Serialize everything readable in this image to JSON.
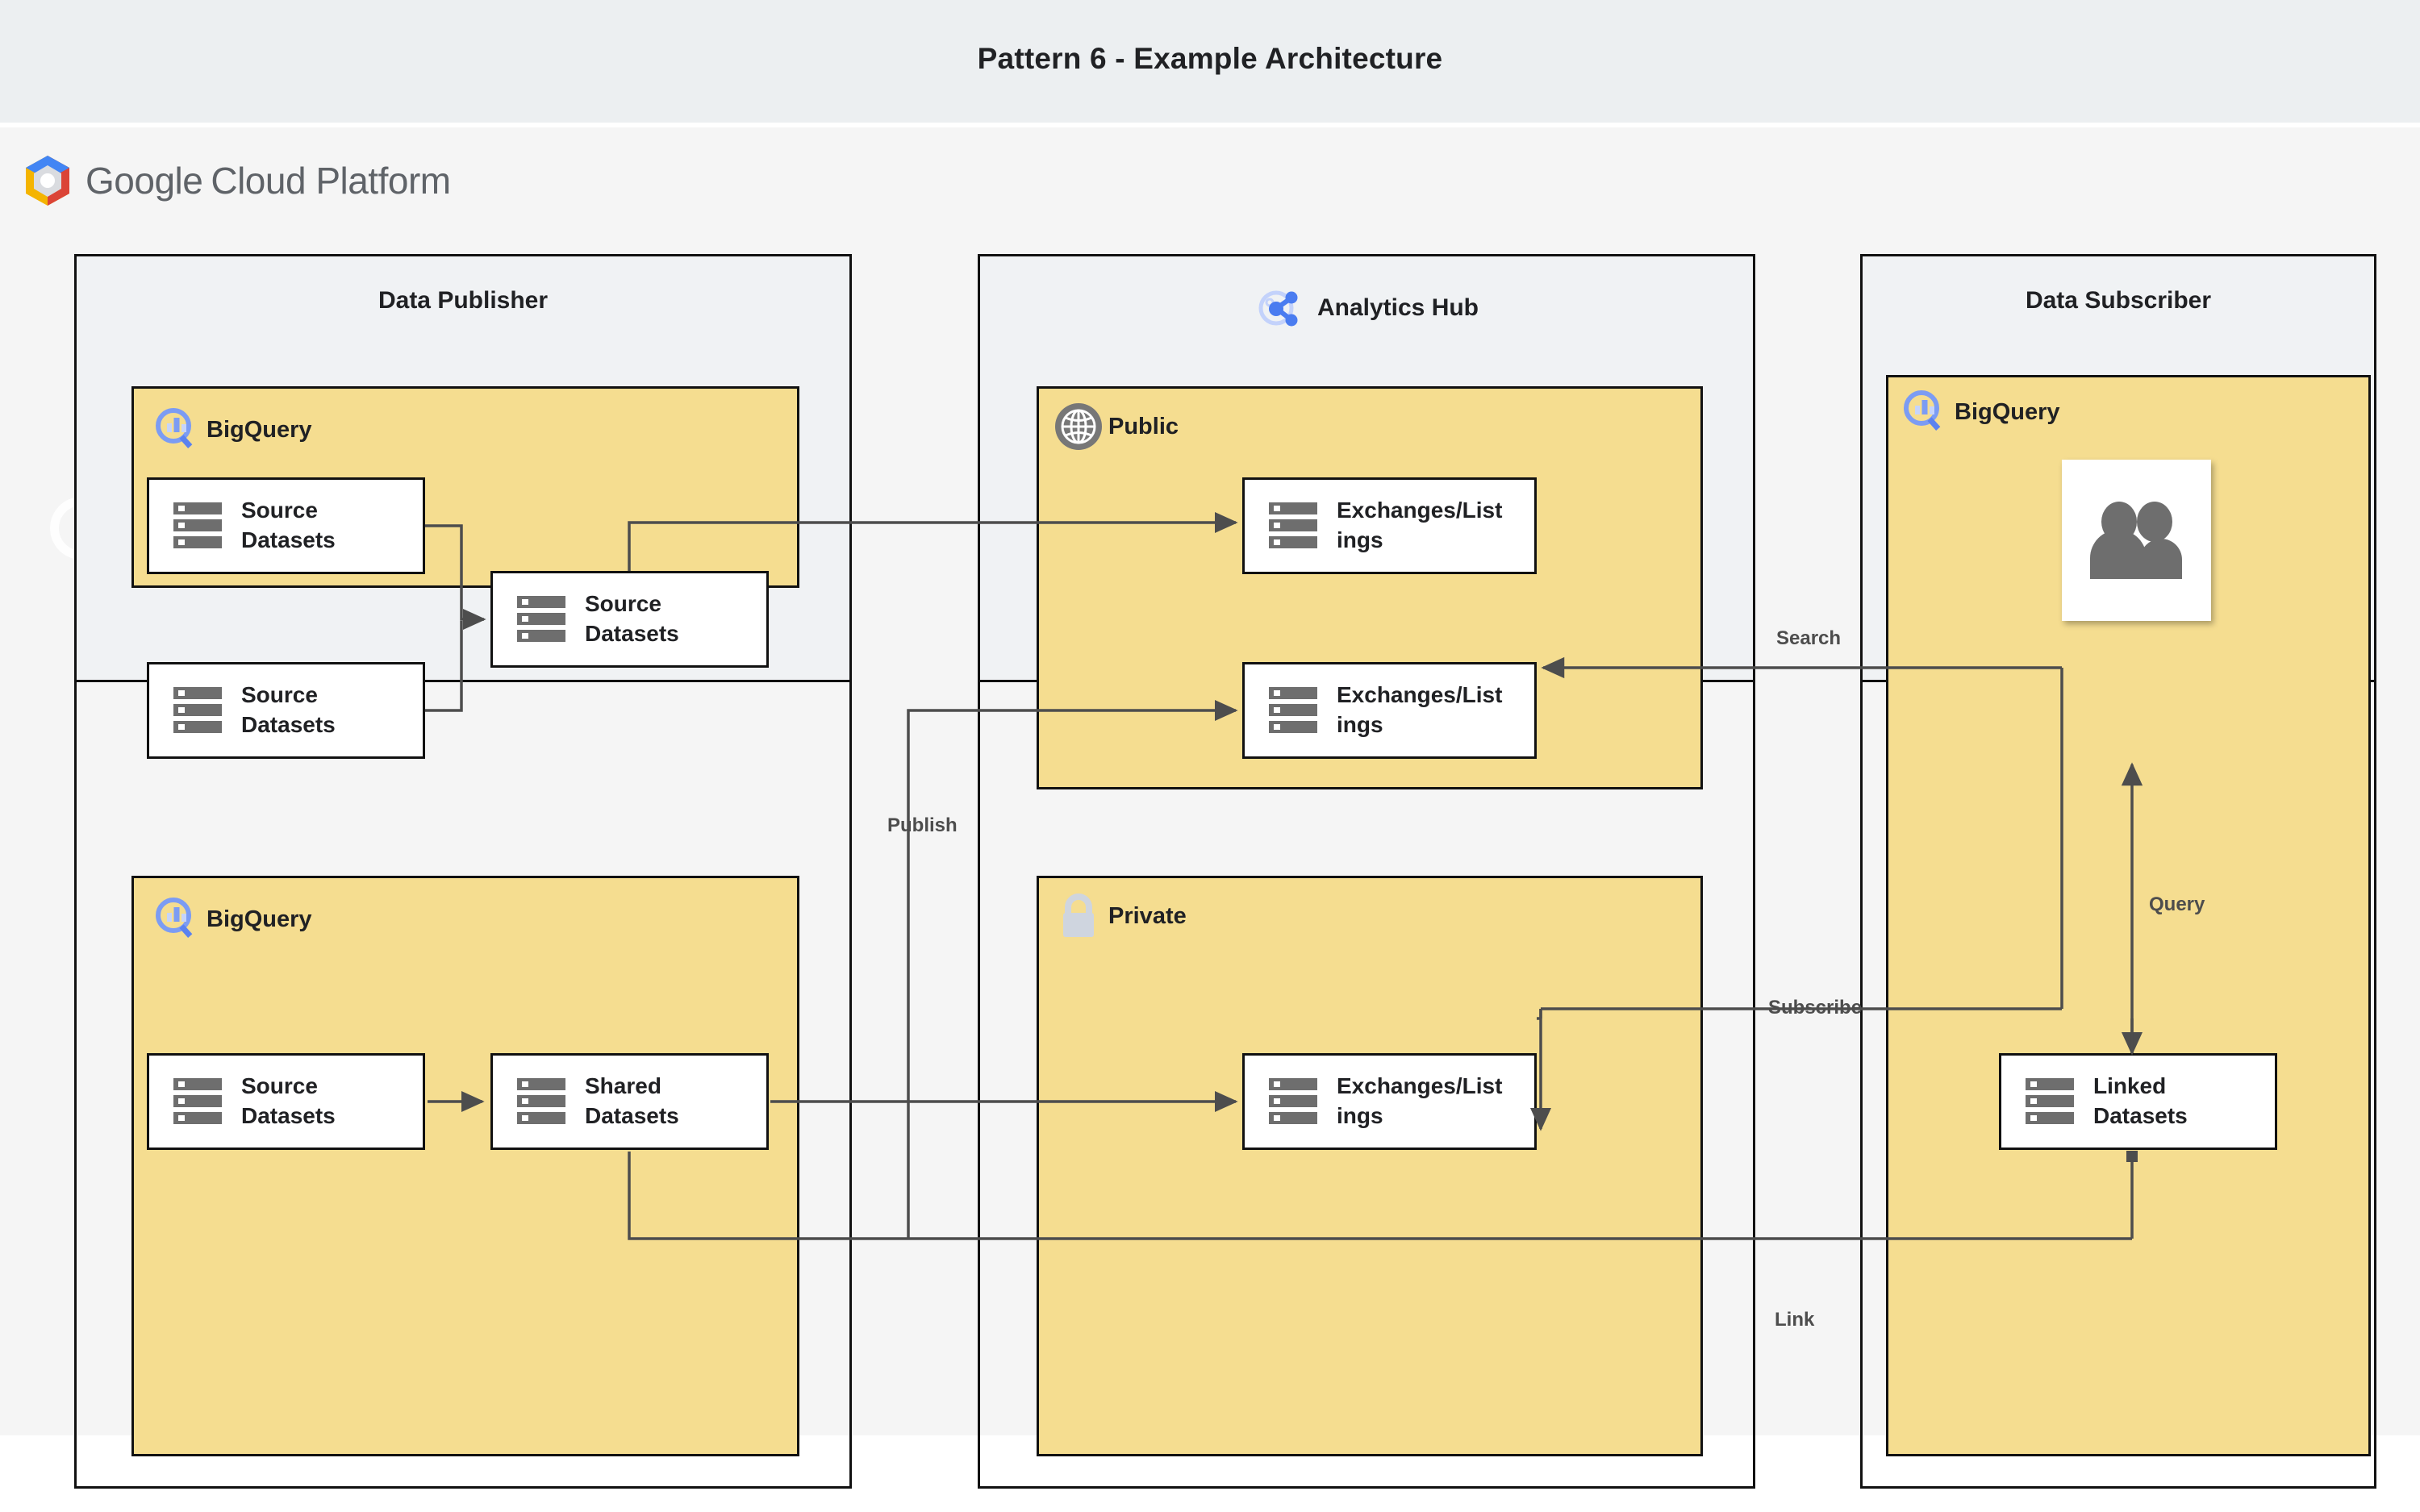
{
  "page": {
    "title": "Pattern 6 - Example Architecture",
    "platform_logo_text_1": "Google",
    "platform_logo_text_2": "Cloud Platform"
  },
  "colors": {
    "title_band": "#eceff1",
    "canvas": "#f5f5f5",
    "zone_fill": "#f0f2f4",
    "group_fill": "#f5dd90",
    "node_fill": "#ffffff",
    "stroke": "#111111",
    "edge": "#4d4d4d",
    "bigquery_blue": "#7c9cf3",
    "analytics_hub_blue": "#4a7cf0",
    "icon_gray": "#6e6e6e",
    "lock_gray": "#cfd5df"
  },
  "zones": [
    {
      "id": "data-publisher",
      "title": "Data Publisher",
      "icon": null,
      "groups": [
        {
          "id": "publisher-bigquery-top",
          "label": "BigQuery",
          "icon": "bigquery-icon",
          "nodes": [
            {
              "id": "pub-source-1",
              "label": "Source Datasets",
              "icon": "dataset-icon"
            },
            {
              "id": "pub-source-2",
              "label": "Source Datasets",
              "icon": "dataset-icon"
            },
            {
              "id": "pub-source-3",
              "label": "Source Datasets",
              "icon": "dataset-icon"
            }
          ]
        },
        {
          "id": "publisher-bigquery-bottom",
          "label": "BigQuery",
          "icon": "bigquery-icon",
          "nodes": [
            {
              "id": "pub-source-4",
              "label": "Source Datasets",
              "icon": "dataset-icon"
            },
            {
              "id": "pub-shared-1",
              "label": "Shared Datasets",
              "icon": "dataset-icon"
            }
          ]
        }
      ]
    },
    {
      "id": "analytics-hub",
      "title": "Analytics Hub",
      "icon": "analytics-hub-icon",
      "groups": [
        {
          "id": "hub-public",
          "label": "Public",
          "icon": "globe-icon",
          "nodes": [
            {
              "id": "pub-listing-1",
              "label": "Exchanges/Listings",
              "icon": "dataset-icon"
            },
            {
              "id": "pub-listing-2",
              "label": "Exchanges/Listings",
              "icon": "dataset-icon"
            }
          ]
        },
        {
          "id": "hub-private",
          "label": "Private",
          "icon": "lock-icon",
          "nodes": [
            {
              "id": "priv-listing-1",
              "label": "Exchanges/Listings",
              "icon": "dataset-icon"
            }
          ]
        }
      ]
    },
    {
      "id": "data-subscriber",
      "title": "Data Subscriber",
      "icon": null,
      "groups": [
        {
          "id": "subscriber-bigquery",
          "label": "BigQuery",
          "icon": "bigquery-icon",
          "nodes": [
            {
              "id": "sub-users",
              "label": "",
              "icon": "users-icon"
            },
            {
              "id": "sub-linked",
              "label": "Linked Datasets",
              "icon": "dataset-icon"
            }
          ]
        }
      ]
    }
  ],
  "edge_labels": {
    "publish": "Publish",
    "search": "Search",
    "query": "Query",
    "subscribe": "Subscribe",
    "link": "Link"
  },
  "node_labels": {
    "source_datasets": "Source Datasets",
    "shared_datasets": "Shared Datasets",
    "linked_datasets": "Linked Datasets",
    "exchanges_listings": "Exchanges/Listings",
    "bigquery": "BigQuery",
    "public": "Public",
    "private": "Private"
  }
}
